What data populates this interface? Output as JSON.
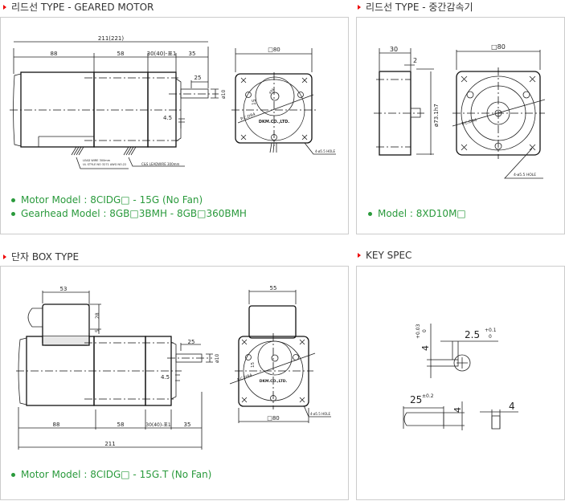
{
  "sections": [
    {
      "title": "리드선 TYPE - GEARED MOTOR",
      "bullets": [
        "Motor Model : 8CIDG□ - 15G (No Fan)",
        "Gearhead Model : 8GB□3BMH - 8GB□360BMH"
      ]
    },
    {
      "title": "리드선 TYPE - 중간감속기",
      "bullets": [
        "Model : 8XD10M□"
      ]
    },
    {
      "title": "단자 BOX TYPE",
      "bullets": [
        "Motor Model : 8CIDG□ - 15G.T (No Fan)"
      ]
    },
    {
      "title": "KEY SPEC",
      "bullets": []
    }
  ],
  "drawing1": {
    "total": "211(221)",
    "d1": "88",
    "d2": "58",
    "d3": "30(40)-표1",
    "d4": "35",
    "shaft_len": "25",
    "shaft_dia": "ø10",
    "offset": "4.5",
    "h15": "15",
    "front_width": "□80",
    "brand": "DKM.CO.,LTD.",
    "hole": "4-ø5.5 HOLE",
    "pcd": "P.C.D94",
    "boss": "ø34",
    "lead1a": "LEAD WIRE 300mm",
    "lead1b": "UL STYLE NO 3271 AWG NO.22",
    "lead2": "C&S LEADWIRE 300mm"
  },
  "drawing2": {
    "width": "30",
    "gap": "2",
    "dia": "ø73.1h7",
    "front_width": "□80",
    "pcd": "P.C.D94",
    "hole": "4-ø5.5 HOLE"
  },
  "drawing3": {
    "box_w": "53",
    "box_h": "28",
    "box_gap": "5",
    "d1": "88",
    "d2": "58",
    "d3": "30(40)-표1",
    "d4": "35",
    "total": "211",
    "shaft_len": "25",
    "shaft_dia": "ø10",
    "offset": "4.5",
    "h15": "15",
    "box_front": "55",
    "front_width": "□80",
    "brand": "DKM.CO.,LTD.",
    "hole": "4-ø5.5 HOLE",
    "pcd": "P.C.D94"
  },
  "keyspec": {
    "key_h": "4",
    "key_h_tol_up": "+0.03",
    "key_h_tol_lo": "0",
    "depth": "2.5",
    "depth_tol_up": "+0.1",
    "depth_tol_lo": "0",
    "key_len": "25",
    "key_len_tol": "±0.2",
    "key_t": "4",
    "key_w": "4"
  }
}
